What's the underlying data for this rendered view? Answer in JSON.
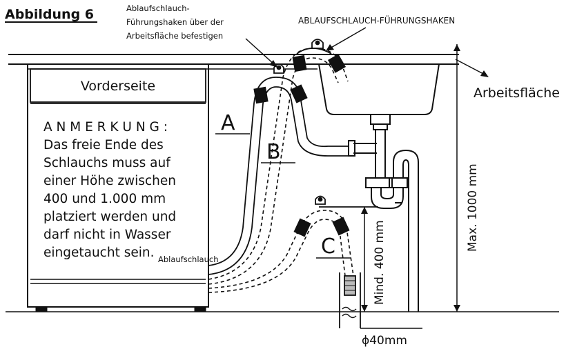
{
  "figure": {
    "title": "Abbildung 6"
  },
  "labels": {
    "hose_hook_above_counter": [
      "Ablaufschlauch-",
      "Führungshaken über der",
      "Arbeitsfläche befestigen"
    ],
    "hose_guide_hook": "ABLAUFSCHLAUCH-FÜHRUNGSHAKEN",
    "countertop": "Arbeitsfläche",
    "front": "Vorderseite",
    "note": [
      "A N M E R K U N G :",
      "Das freie Ende des",
      "Schlauchs muss auf",
      "einer Höhe zwischen",
      "400 und 1.000 mm",
      "platziert werden und",
      "darf nicht in Wasser",
      "eingetaucht sein."
    ],
    "drain_hose": "Ablaufschlauch",
    "option_a": "A",
    "option_b": "B",
    "option_c": "C",
    "max_height": "Max. 1000 mm",
    "min_height": "Mind. 400 mm",
    "diameter": "ϕ40mm"
  }
}
